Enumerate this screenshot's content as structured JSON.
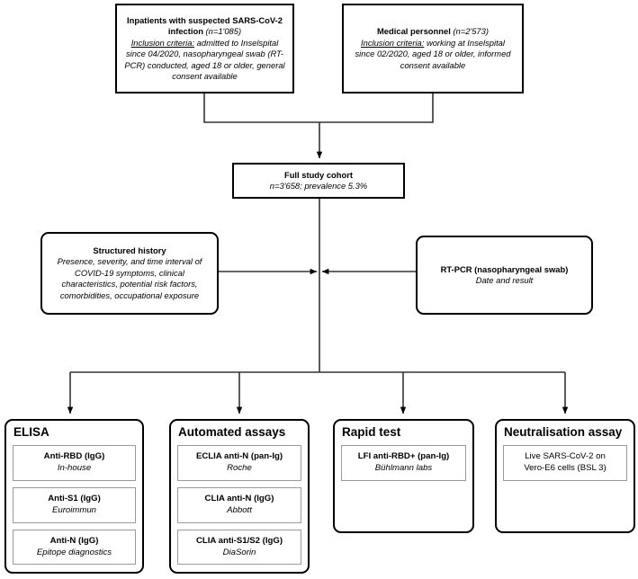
{
  "flow": {
    "inpatients": {
      "title": "Inpatients with suspected SARS-CoV-2 infection",
      "n": "(n=1'085)",
      "criteria_label": "Inclusion criteria:",
      "criteria_text": " admitted to Inselspital since 04/2020, nasopharyngeal swab (RT-PCR) conducted, aged 18 or older, general consent available"
    },
    "personnel": {
      "title": "Medical personnel",
      "n": "(n=2'573)",
      "criteria_label": "Inclusion criteria:",
      "criteria_text": " working at Inselspital since 02/2020, aged 18 or older, informed consent available"
    },
    "cohort": {
      "title": "Full study cohort",
      "detail": "n=3'658; prevalence 5.3%"
    },
    "history": {
      "title": "Structured history",
      "detail": "Presence, severity, and time interval of COVID-19 symptoms, clinical characteristics, potential risk factors, comorbidities, occupational exposure"
    },
    "rtpcr": {
      "title": "RT-PCR (nasopharyngeal swab)",
      "detail": "Date and result"
    },
    "groups": [
      {
        "title": "ELISA",
        "items": [
          {
            "name": "Anti-RBD (IgG)",
            "vendor": "In-house"
          },
          {
            "name": "Anti-S1 (IgG)",
            "vendor": "Euroimmun"
          },
          {
            "name": "Anti-N (IgG)",
            "vendor": "Epitope diagnostics"
          }
        ]
      },
      {
        "title": "Automated assays",
        "items": [
          {
            "name": "ECLIA anti-N (pan-Ig)",
            "vendor": "Roche"
          },
          {
            "name": "CLIA anti-N (IgG)",
            "vendor": "Abbott"
          },
          {
            "name": "CLIA anti-S1/S2 (IgG)",
            "vendor": "DiaSorin"
          }
        ]
      },
      {
        "title": "Rapid test",
        "items": [
          {
            "name": "LFI anti-RBD+ (pan-Ig)",
            "vendor": "Bühlmann labs"
          }
        ]
      },
      {
        "title": "Neutralisation assay",
        "items": [
          {
            "name": "Live SARS-CoV-2 on",
            "vendor": "Vero-E6 cells (BSL 3)"
          }
        ]
      }
    ]
  },
  "colors": {
    "stroke": "#000000",
    "subtle_stroke": "#9a9a9a",
    "background": "#ffffff"
  }
}
